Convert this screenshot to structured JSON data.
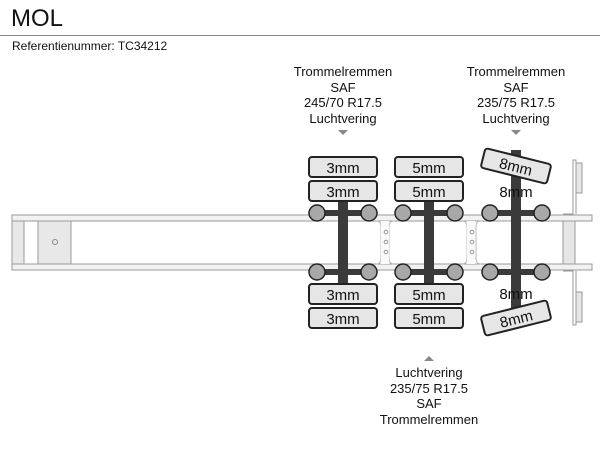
{
  "header": {
    "title": "MOL",
    "reference": "Referentienummer: TC34212"
  },
  "axles_top_labels": [
    {
      "lines": [
        "Trommelremmen",
        "SAF",
        "245/70 R17.5",
        "Luchtvering"
      ]
    },
    {
      "lines": [
        "Trommelremmen",
        "SAF",
        "235/75 R17.5",
        "Luchtvering"
      ]
    }
  ],
  "axle_bottom_label": {
    "lines": [
      "Luchtvering",
      "235/75 R17.5",
      "SAF",
      "Trommelremmen"
    ]
  },
  "axles": [
    {
      "name": "axle-1",
      "tires": [
        "3mm",
        "3mm",
        "3mm",
        "3mm"
      ]
    },
    {
      "name": "axle-2",
      "tires": [
        "5mm",
        "5mm",
        "5mm",
        "5mm"
      ]
    },
    {
      "name": "axle-3",
      "steering": true,
      "tires": [
        "8mm",
        "8mm",
        "8mm",
        "8mm"
      ]
    }
  ],
  "colors": {
    "tire_fill": "#e6e6e6",
    "axle": "#3a3a3a",
    "hub": "#a8a8a8",
    "frame_stroke": "#9a9a9a",
    "frame_fill": "#f2f2f2"
  }
}
